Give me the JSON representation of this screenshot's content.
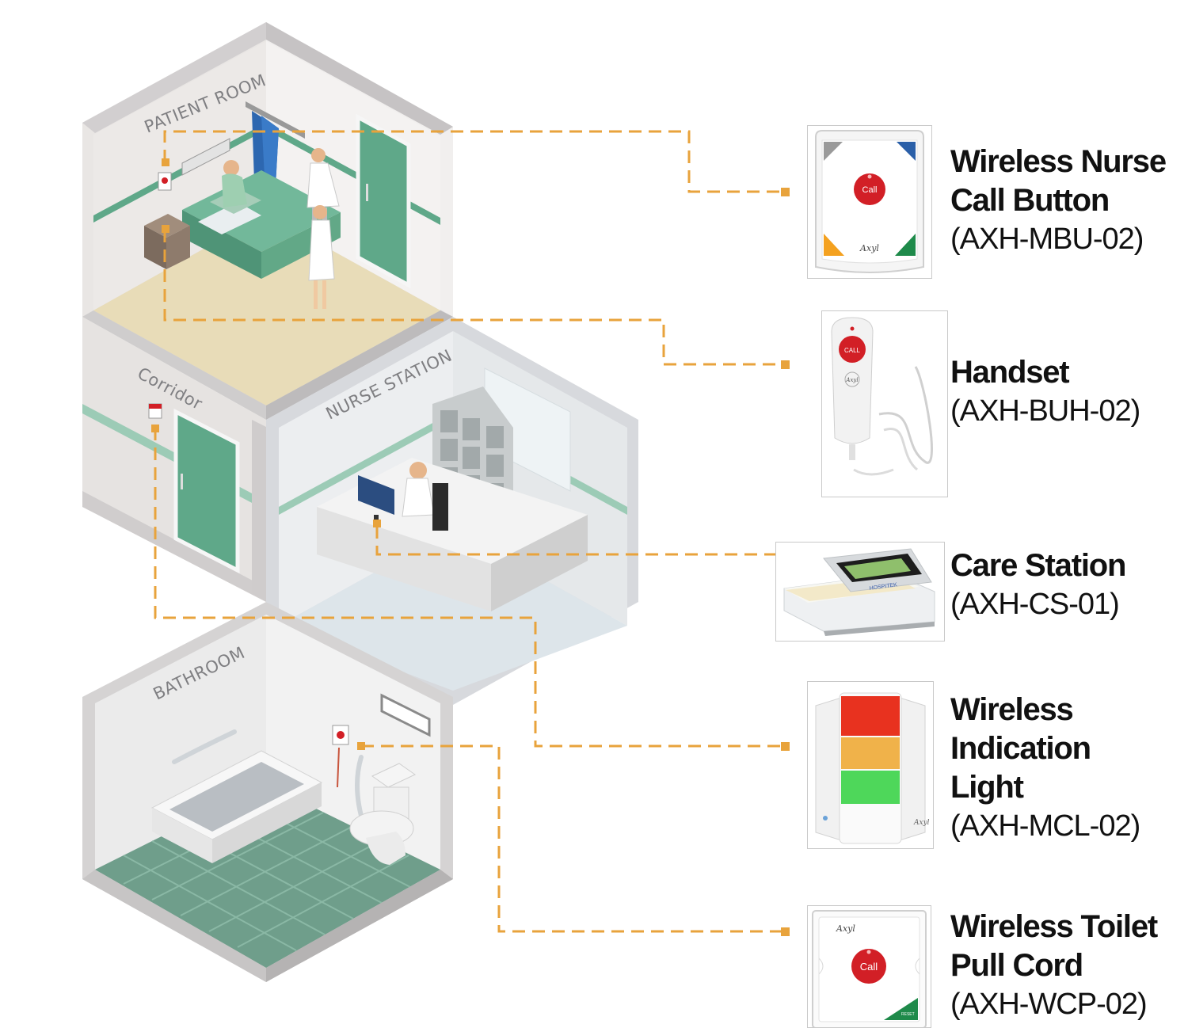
{
  "rooms": {
    "patient_room": "PATIENT ROOM",
    "corridor": "Corridor",
    "nurse_station": "NURSE STATION",
    "bathroom": "BATHROOM"
  },
  "products": [
    {
      "name": "Wireless Nurse Call Button",
      "model": "(AXH-MBU-02)"
    },
    {
      "name": "Handset",
      "model": "(AXH-BUH-02)"
    },
    {
      "name": "Care Station",
      "model": "(AXH-CS-01)"
    },
    {
      "name": "Wireless Indication Light",
      "model": "(AXH-MCL-02)"
    },
    {
      "name": "Wireless Toilet Pull Cord",
      "model": "(AXH-WCP-02)"
    }
  ],
  "device_labels": {
    "call": "Call",
    "call_caps": "CALL",
    "brand": "Axyl",
    "reset": "RESET",
    "hospitek": "HOSPITEK"
  },
  "colors": {
    "connector": "#e8a33c",
    "wall_green": "#5fa889",
    "call_red": "#d21f26"
  }
}
